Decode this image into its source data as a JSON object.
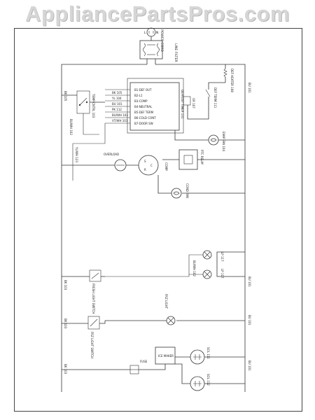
{
  "watermark": "AppliancePartsPros.com",
  "power": {
    "cord": "POWER CORD",
    "filter": "LINE FILTER",
    "l": "L",
    "n": "N"
  },
  "wire_labels": {
    "bu_top": "BU 101",
    "bk_top": "BK 105",
    "bu_mid": "BU 101",
    "bk_mid": "BK 103",
    "bu_low": "BU 101",
    "bk_low": "BK 103",
    "bu_bot": "BU 101",
    "bk_bot": "BK 103",
    "ylwh": "YL/WH 123"
  },
  "timer": {
    "title": "DEFROST TIMER 131",
    "terminals": [
      "B1-DEF OUT",
      "B2-L1",
      "B3-COMP",
      "B4-NEUTRAL",
      "B5-DEF TERM",
      "B6-COLD CONT",
      "B7-DOOR SW"
    ],
    "wires": [
      "BK 105",
      "YL 104",
      "BU 101",
      "PK 112",
      "BU/WH 102",
      "VT/WH 103"
    ],
    "or_label": "OR 107"
  },
  "components": {
    "def_heater": "DEF HEATER 108",
    "def_term": "DEF TERM 111",
    "temp_control": "TEMP CNTRL 103",
    "evap_fan": "EVAP FAN 104",
    "ptc_relay": "PTC RELAY",
    "overload": "OVERLOAD",
    "comp": "COMP",
    "cond_fan": "COND FAN",
    "lamp_1": "LP 117",
    "lamp_2": "LP 117",
    "fresh_light_sw": "FRESH LIGHT SWITCH",
    "frz_light_sw": "FRZ LIGHT SWITCH",
    "frz_light": "FRZ LIGHT",
    "ice_maker": "ICE MAKER",
    "fuse": "FUSE",
    "sol_1": "SOL 111",
    "sol_2": "SOL 112",
    "bu_wh_wire": "BU/WH 102",
    "bu_wh_wire_2": "BU/WH 102"
  }
}
